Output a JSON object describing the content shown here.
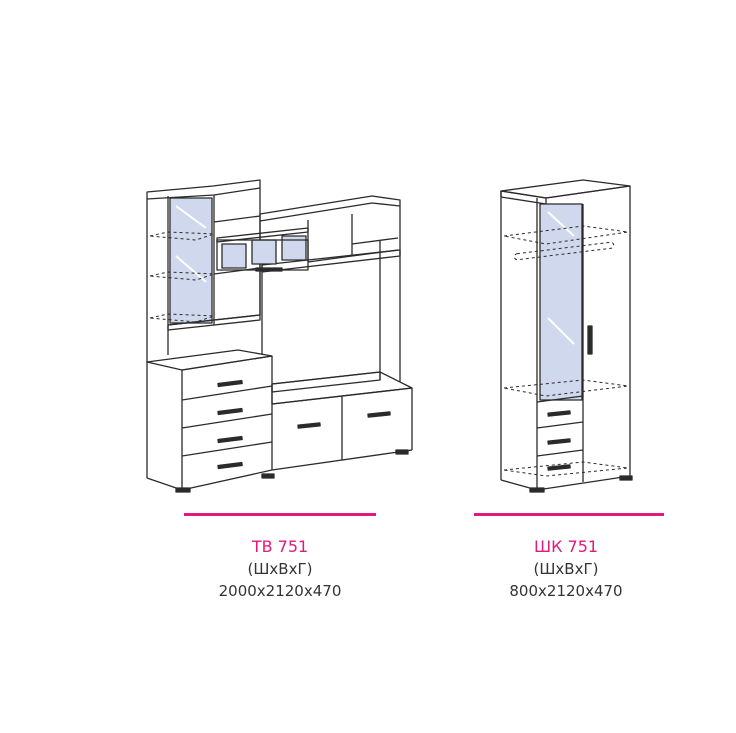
{
  "colors": {
    "accent": "#e0197d",
    "line": "#2b2b2b",
    "glass": "#cfd8ec",
    "text": "#333333"
  },
  "products": [
    {
      "model": "ТВ 751",
      "dims_label": "(ШхВхГ)",
      "dims": "2000х2120х470"
    },
    {
      "model": "ШК 751",
      "dims_label": "(ШхВхГ)",
      "dims": "800х2120х470"
    }
  ]
}
